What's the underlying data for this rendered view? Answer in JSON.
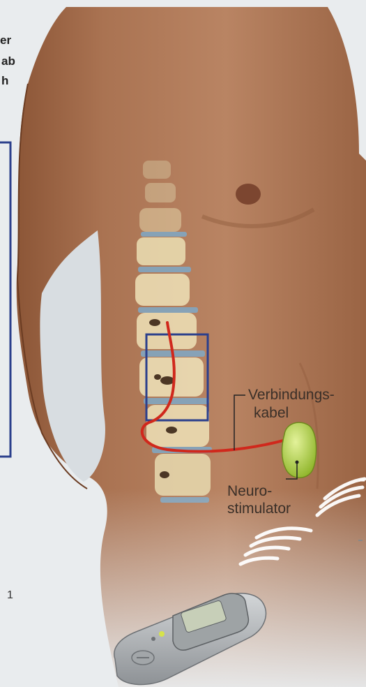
{
  "labels": {
    "cable_line1": "Verbindungs-",
    "cable_line2": "kabel",
    "stimulator_line1": "Neuro-",
    "stimulator_line2": "stimulator"
  },
  "cut_text_left": [
    "er",
    "ab",
    "h"
  ],
  "left_fragments": [
    "1"
  ],
  "colors": {
    "skin": "#a8704f",
    "skin_dark": "#8a5538",
    "cable": "#d0281c",
    "stimulator": "#b6d44a",
    "frame": "#2b3f8c",
    "spine": "#efe2b8",
    "disc": "#7fa9c7",
    "remote": "#b9bcbf"
  }
}
